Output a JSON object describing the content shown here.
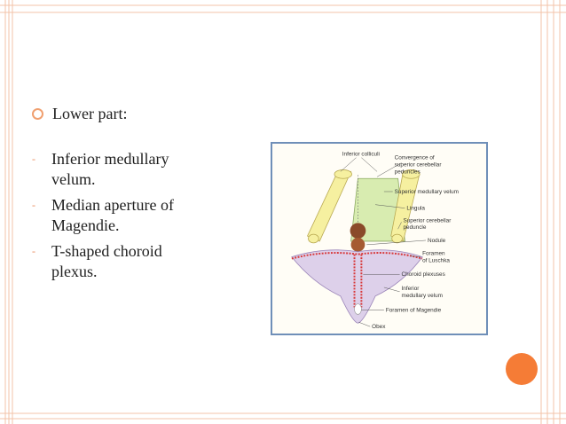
{
  "slide": {
    "heading_bullet": "Lower part:",
    "items": [
      {
        "dash": "-",
        "lines": [
          "Inferior medullary",
          "velum."
        ]
      },
      {
        "dash": "-",
        "lines": [
          "Median aperture of",
          "Magendie."
        ]
      },
      {
        "dash": "-",
        "lines": [
          "T-shaped choroid",
          "plexus."
        ]
      }
    ]
  },
  "diagram": {
    "labels": {
      "inferior_colliculi": "Inferior colliculi",
      "convergence_1": "Convergence of",
      "convergence_2": "superior cerebellar",
      "convergence_3": "peduncles",
      "sup_med_velum": "Superior medullary velum",
      "lingula": "Lingula",
      "sup_cer_ped_1": "Superior cerebellar",
      "sup_cer_ped_2": "peduncle",
      "nodule": "Nodule",
      "foramen_1": "Foramen",
      "foramen_2": "of Luschka",
      "choroid": "Choroid plexuses",
      "inf_med_velum_1": "Inferior",
      "inf_med_velum_2": "medullary velum",
      "foramen_magendie": "Foramen of Magendie",
      "obex": "Obex"
    }
  },
  "colors": {
    "accent": "#f57c36",
    "ring": "#f0a070",
    "frame_border": "#6f8fb8"
  }
}
